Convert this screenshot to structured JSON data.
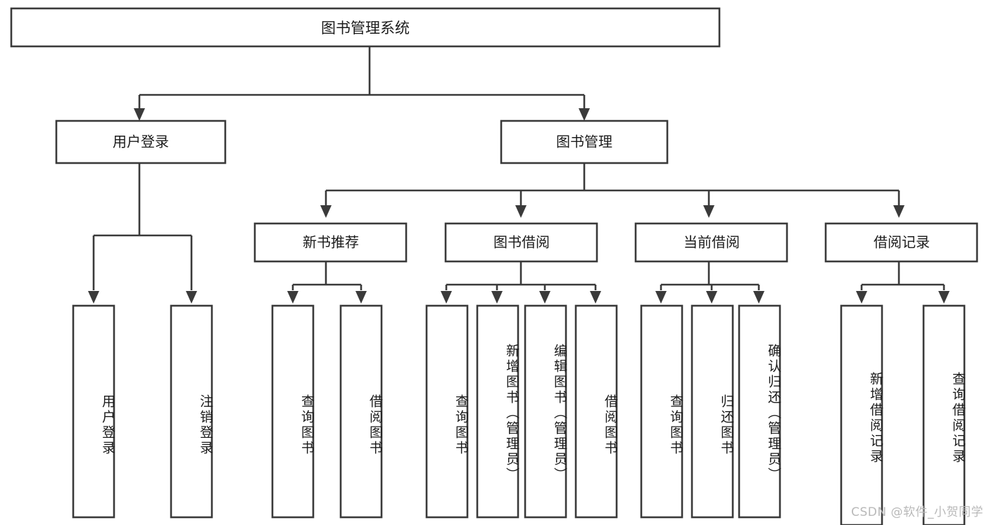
{
  "diagram": {
    "type": "tree",
    "title": "图书管理系统",
    "root": {
      "id": "root",
      "label": "图书管理系统"
    },
    "level1": [
      {
        "id": "user-login",
        "label": "用户登录"
      },
      {
        "id": "book-manage",
        "label": "图书管理"
      }
    ],
    "level2": [
      {
        "id": "new-book-recommend",
        "label": "新书推荐",
        "parent": "book-manage"
      },
      {
        "id": "book-borrow",
        "label": "图书借阅",
        "parent": "book-manage"
      },
      {
        "id": "current-borrow",
        "label": "当前借阅",
        "parent": "book-manage"
      },
      {
        "id": "borrow-record",
        "label": "借阅记录",
        "parent": "book-manage"
      }
    ],
    "leaves": [
      {
        "id": "leaf-user-login",
        "label": "用户登录",
        "parent": "user-login"
      },
      {
        "id": "leaf-logout",
        "label": "注销登录",
        "parent": "user-login"
      },
      {
        "id": "leaf-query-book-1",
        "label": "查询图书",
        "parent": "new-book-recommend"
      },
      {
        "id": "leaf-borrow-book-1",
        "label": "借阅图书",
        "parent": "new-book-recommend"
      },
      {
        "id": "leaf-query-book-2",
        "label": "查询图书",
        "parent": "book-borrow"
      },
      {
        "id": "leaf-add-book",
        "label": "新增图书（管理员）",
        "parent": "book-borrow"
      },
      {
        "id": "leaf-edit-book",
        "label": "编辑图书（管理员）",
        "parent": "book-borrow"
      },
      {
        "id": "leaf-borrow-book-2",
        "label": "借阅图书",
        "parent": "book-borrow"
      },
      {
        "id": "leaf-query-book-3",
        "label": "查询图书",
        "parent": "current-borrow"
      },
      {
        "id": "leaf-return-book",
        "label": "归还图书",
        "parent": "current-borrow"
      },
      {
        "id": "leaf-confirm-return",
        "label": "确认归还（管理员）",
        "parent": "current-borrow"
      },
      {
        "id": "leaf-add-record",
        "label": "新增借阅记录",
        "parent": "borrow-record"
      },
      {
        "id": "leaf-query-record",
        "label": "查询借阅记录",
        "parent": "borrow-record"
      }
    ]
  },
  "watermark": {
    "text": "CSDN @软件_小贺同学"
  },
  "colors": {
    "stroke": "#3a3a3a",
    "fill": "#ffffff",
    "text": "#1b1b1b",
    "watermark": "#b9b9b9"
  }
}
